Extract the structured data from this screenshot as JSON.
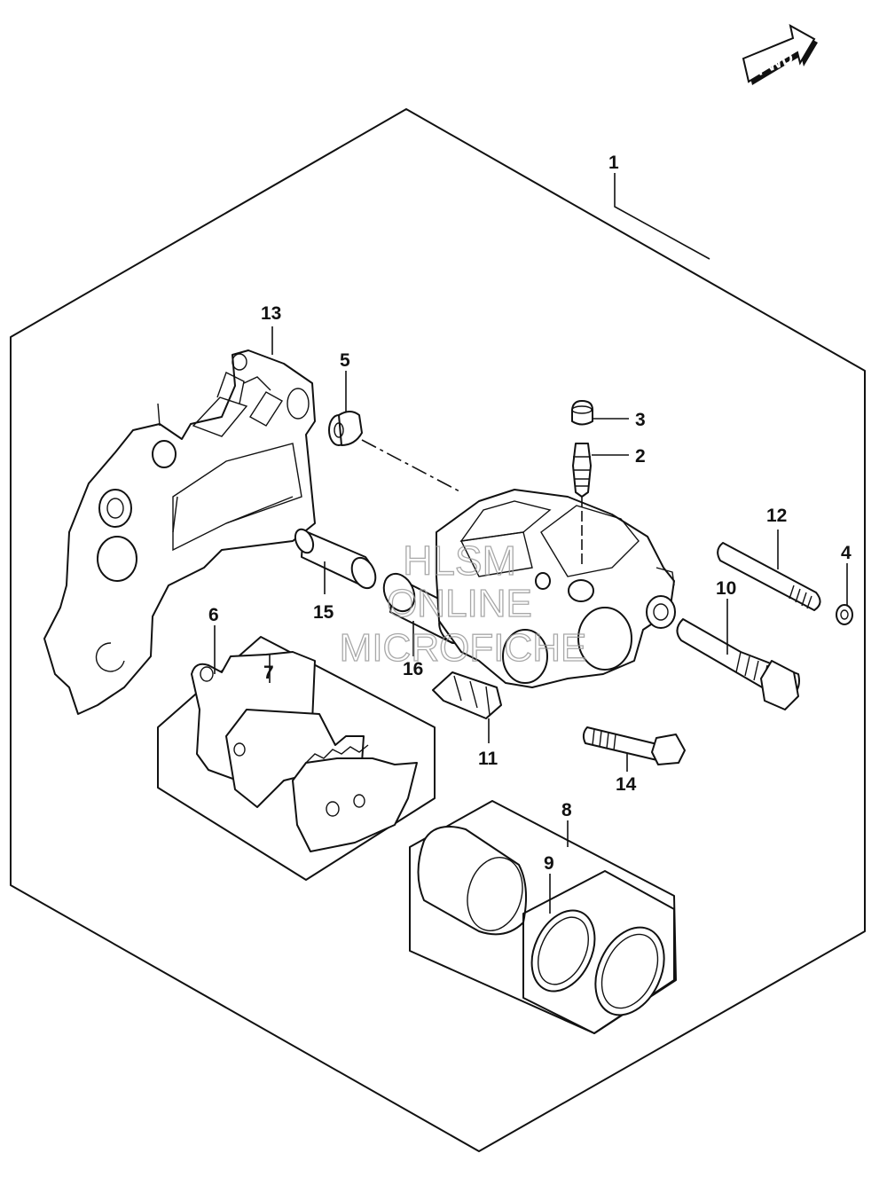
{
  "diagram": {
    "fwd_label": "FWD",
    "callouts": [
      "1",
      "2",
      "3",
      "4",
      "5",
      "6",
      "7",
      "8",
      "9",
      "10",
      "11",
      "12",
      "13",
      "14",
      "15",
      "16"
    ],
    "watermark": [
      "HLSM",
      "ONLINE",
      "MICROFICHE"
    ]
  }
}
